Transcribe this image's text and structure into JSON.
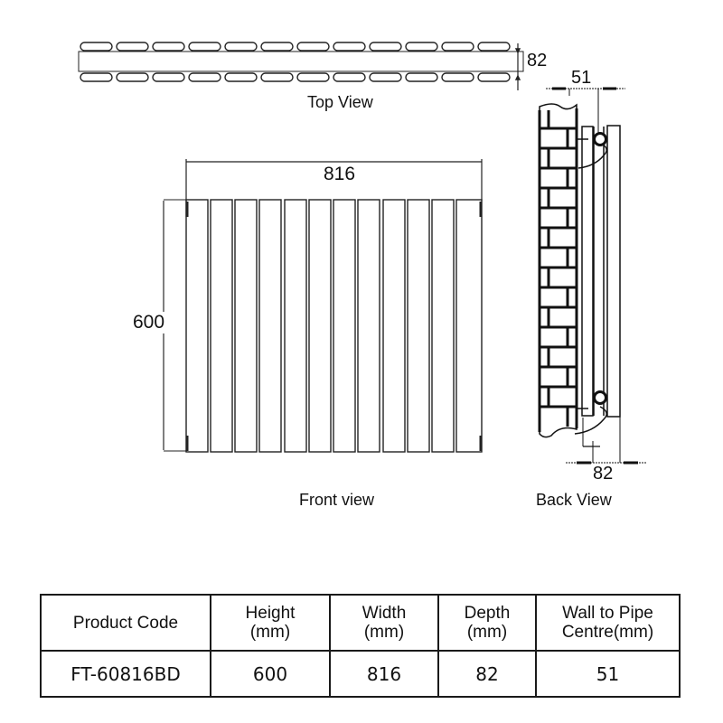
{
  "diagram": {
    "top_view": {
      "label": "Top View",
      "depth_dimension": "82",
      "column_count": 12
    },
    "front_view": {
      "label": "Front view",
      "width_dimension": "816",
      "height_dimension": "600",
      "column_count": 12
    },
    "back_view": {
      "label": "Back View",
      "wall_to_pipe_dimension": "51",
      "depth_dimension": "82"
    }
  },
  "spec_table": {
    "headers": [
      {
        "line1": "Product Code",
        "line2": ""
      },
      {
        "line1": "Height",
        "line2": "(mm)"
      },
      {
        "line1": "Width",
        "line2": "(mm)"
      },
      {
        "line1": "Depth",
        "line2": "(mm)"
      },
      {
        "line1": "Wall to Pipe",
        "line2": "Centre(mm)"
      }
    ],
    "rows": [
      [
        "FT-60816BD",
        "600",
        "816",
        "82",
        "51"
      ]
    ]
  },
  "colors": {
    "line": "#1a1a1a",
    "background": "#ffffff"
  }
}
